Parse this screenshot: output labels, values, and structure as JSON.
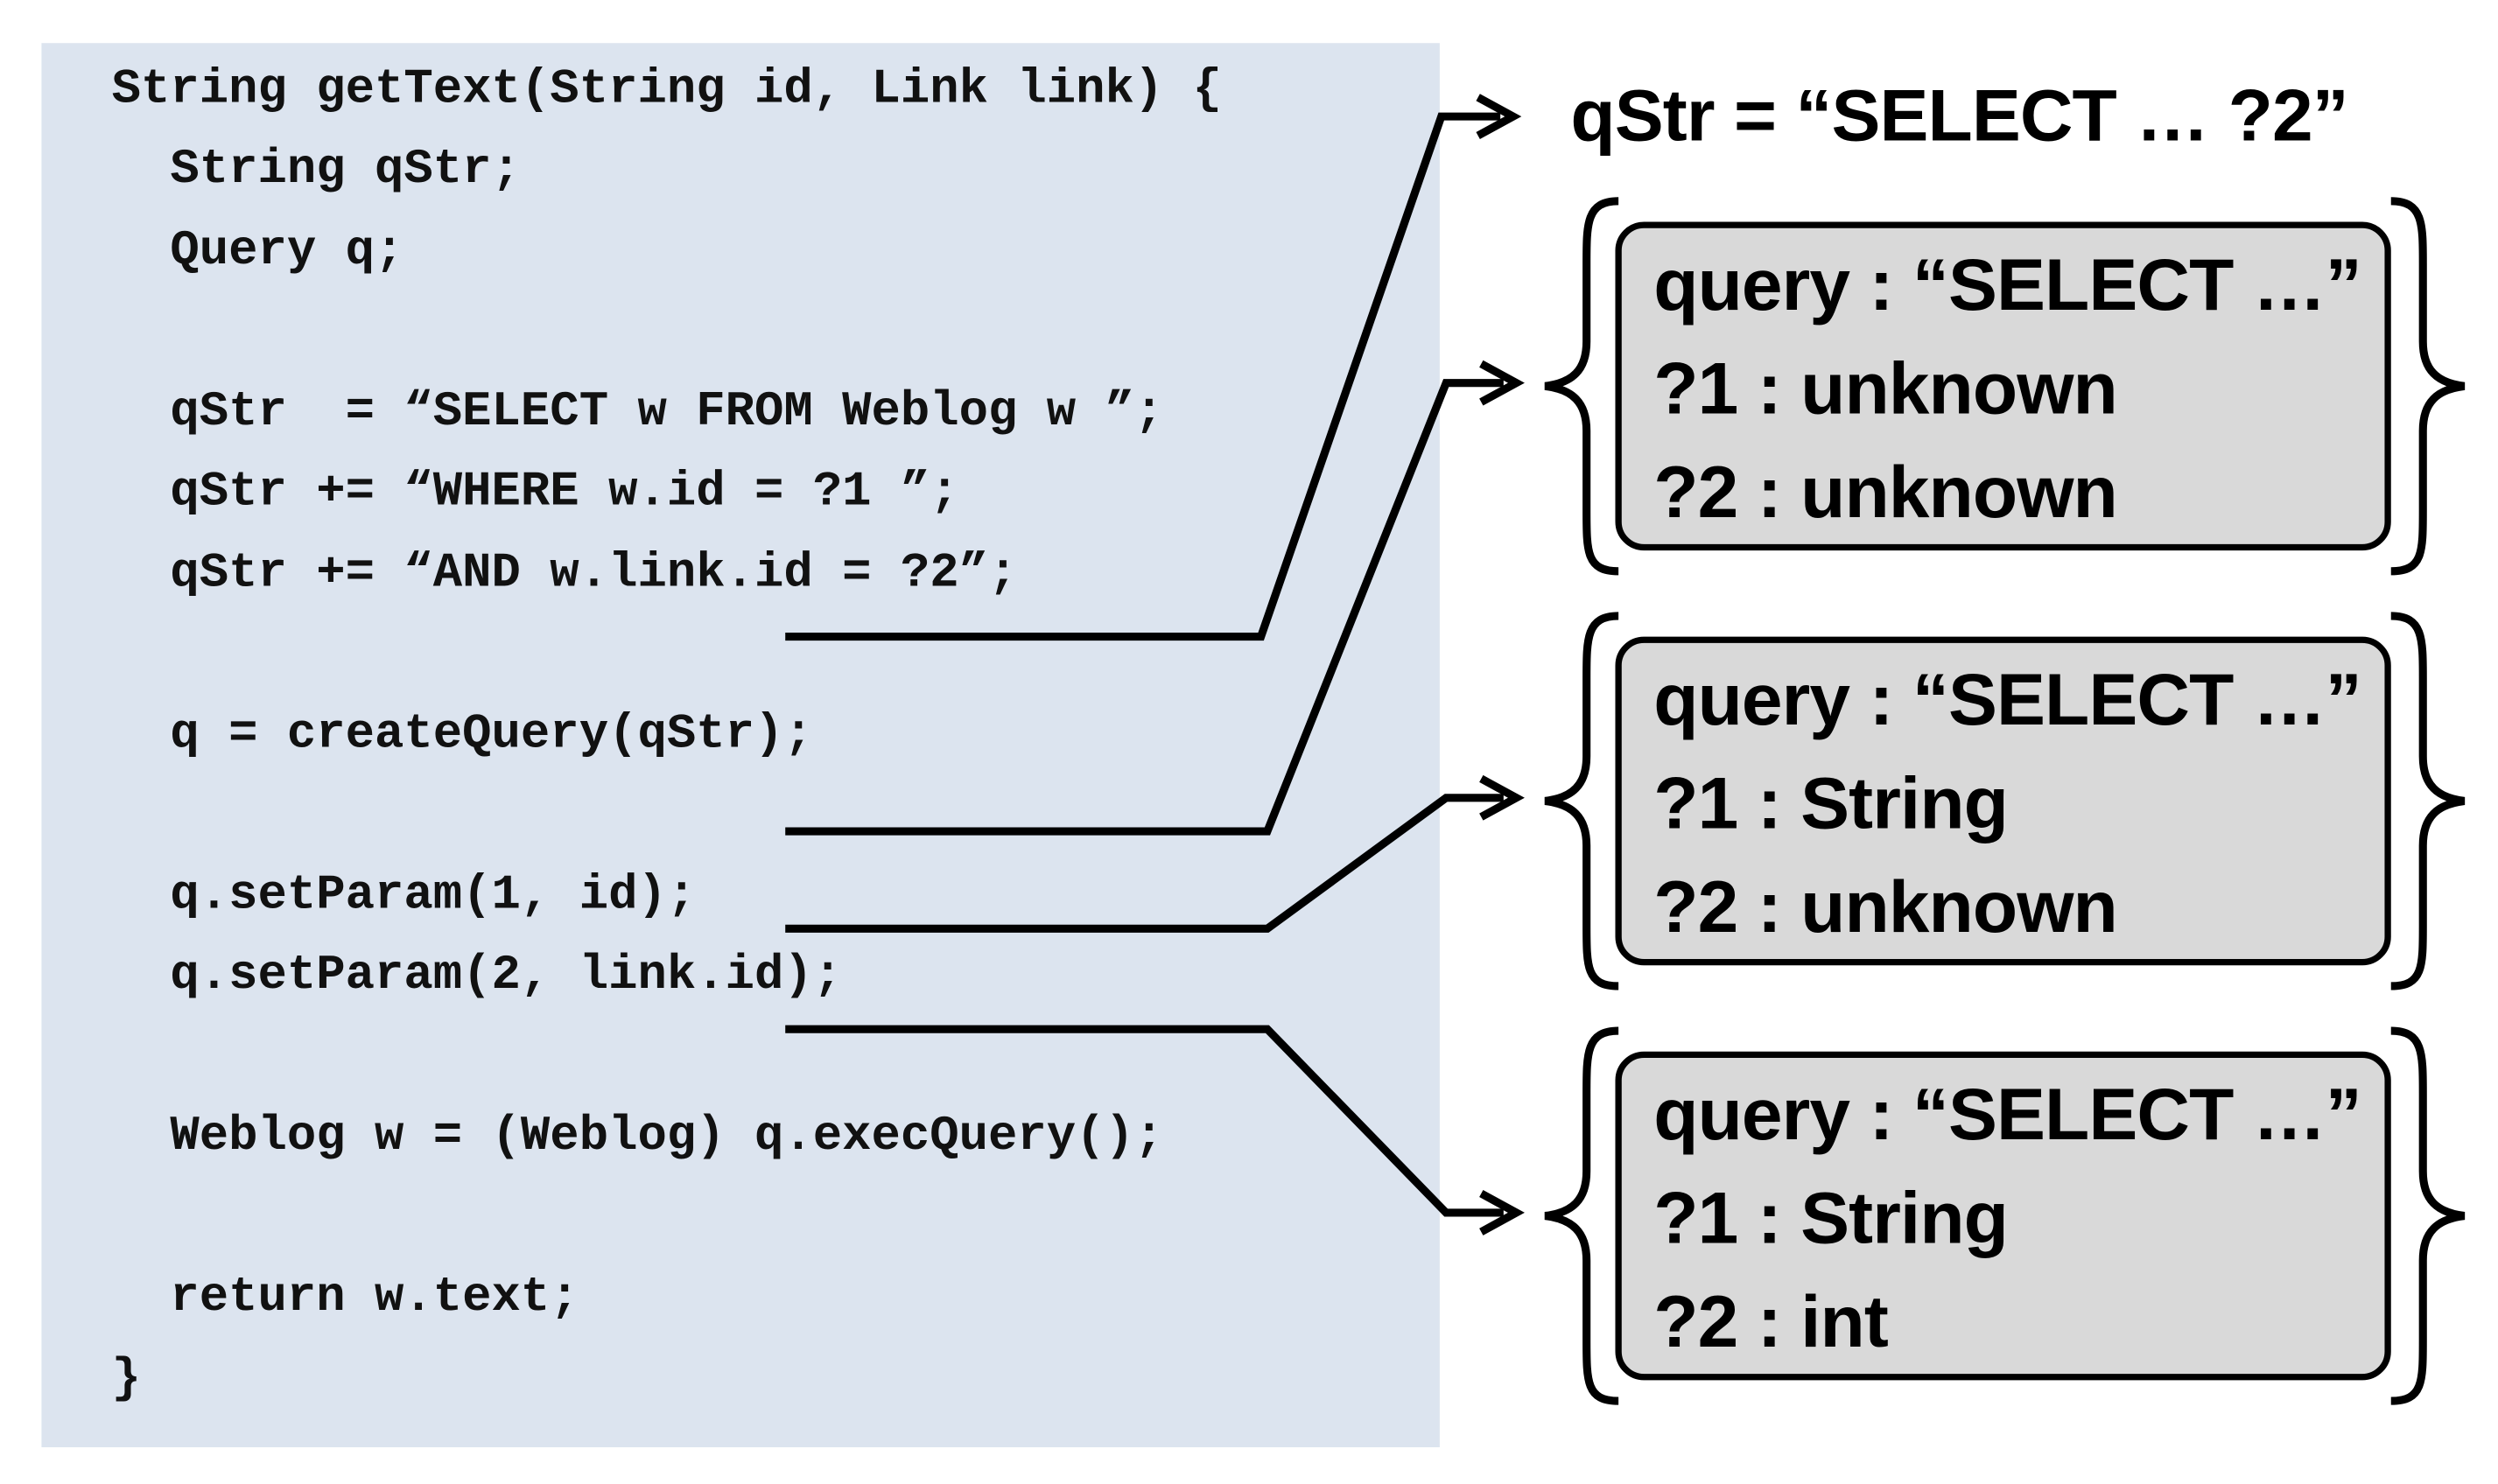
{
  "code": {
    "lines": [
      "String getText(String id, Link link) {",
      "  String qStr;",
      "  Query q;",
      "",
      "  qStr  = “SELECT w FROM Weblog w ”;",
      "  qStr += “WHERE w.id = ?1 ”;",
      "  qStr += “AND w.link.id = ?2”;",
      "",
      "  q = createQuery(qStr);",
      "",
      "  q.setParam(1, id);",
      "  q.setParam(2, link.id);",
      "",
      "  Weblog w = (Weblog) q.execQuery();",
      "",
      "  return w.text;",
      "}"
    ]
  },
  "qstr_result": "qStr = “SELECT … ?2”",
  "states": [
    {
      "query": "query : “SELECT …”",
      "p1": "?1 : unknown",
      "p2": "?2 : unknown"
    },
    {
      "query": "query : “SELECT …”",
      "p1": "?1 : String",
      "p2": "?2 : unknown"
    },
    {
      "query": "query : “SELECT …”",
      "p1": "?1 : String",
      "p2": "?2 : int"
    }
  ],
  "colors": {
    "code_background": "#dce4ef",
    "state_background": "#d9d9d9",
    "line_color": "#000000"
  }
}
